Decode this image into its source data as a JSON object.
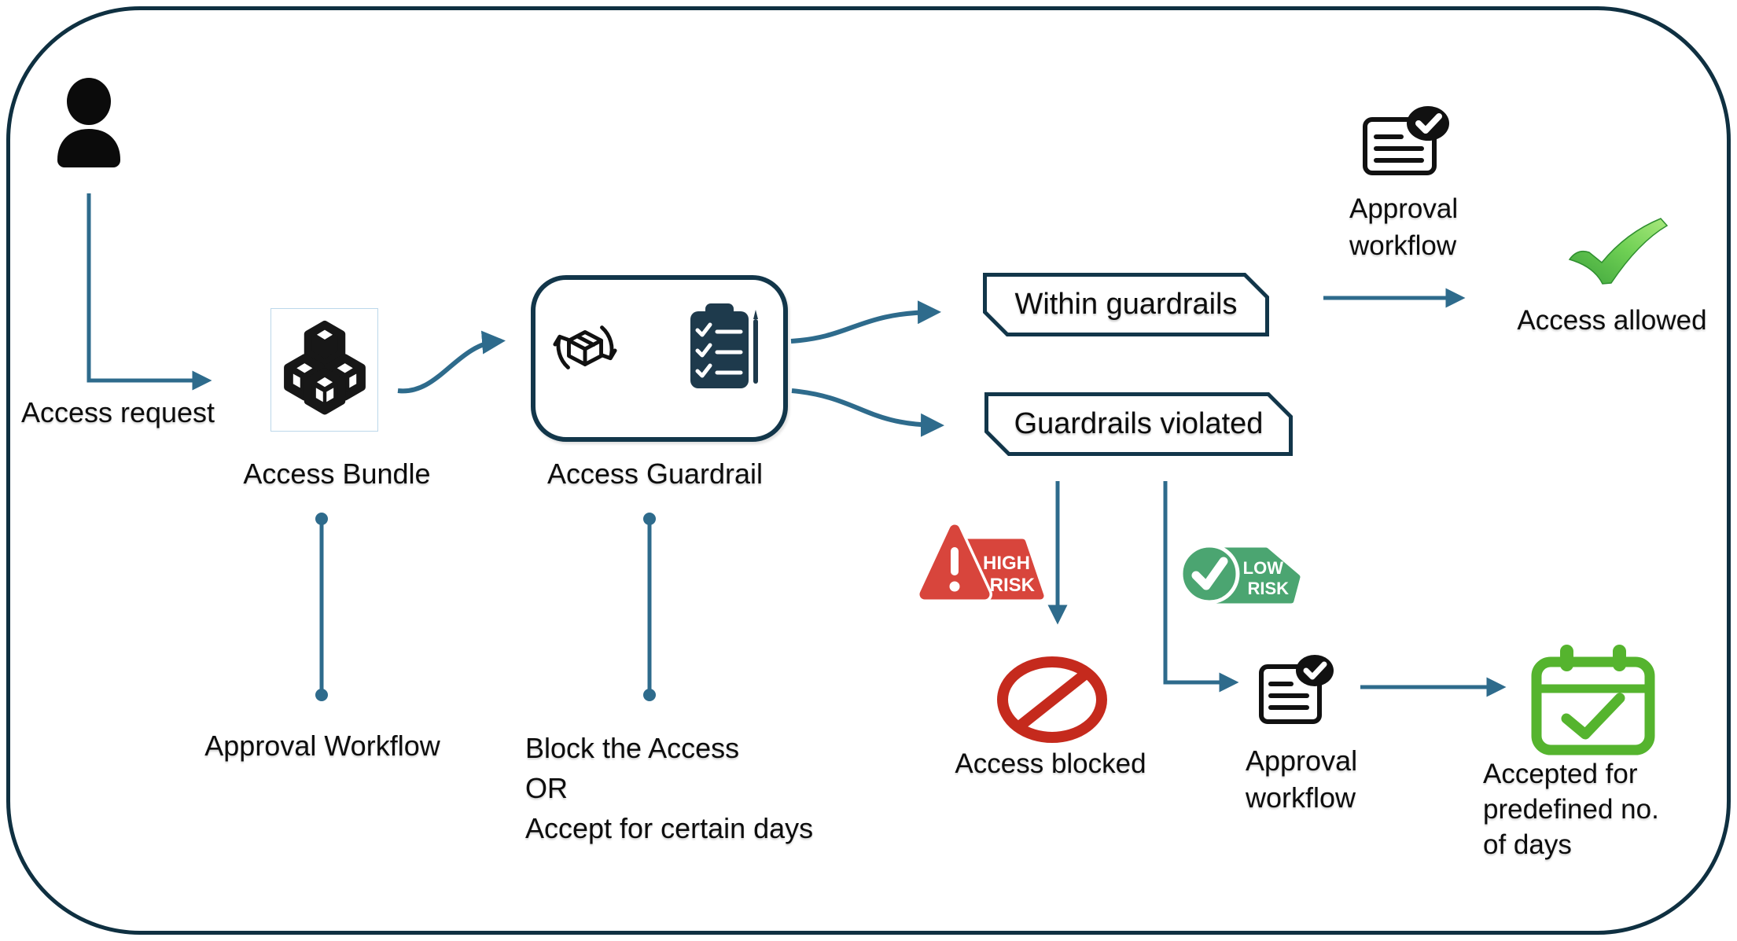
{
  "diagram": {
    "labels": {
      "access_request": "Access request",
      "access_bundle": "Access Bundle",
      "access_guardrail": "Access Guardrail",
      "within_guardrails": "Within guardrails",
      "guardrails_violated": "Guardrails violated",
      "approval_workflow_top_line1": "Approval",
      "approval_workflow_top_line2": "workflow",
      "access_allowed": "Access allowed",
      "access_blocked": "Access blocked",
      "approval_workflow_bottom_line1": "Approval",
      "approval_workflow_bottom_line2": "workflow",
      "accepted_line1": "Accepted for",
      "accepted_line2": "predefined no.",
      "accepted_line3": "of days",
      "bundle_note": "Approval Workflow",
      "guardrail_note_line1": "Block the Access",
      "guardrail_note_line2": "OR",
      "guardrail_note_line3": "Accept for certain days",
      "high_risk_line1": "HIGH",
      "high_risk_line2": "RISK",
      "low_risk_line1": "LOW",
      "low_risk_line2": "RISK"
    },
    "icons": {
      "person": "user-icon",
      "bundle": "stacked-cubes-icon",
      "guardrail_left": "package-sync-icon",
      "guardrail_right": "checklist-clipboard-icon",
      "approval": "document-with-check-badge-icon",
      "allowed": "green-3d-checkmark-icon",
      "high_risk": "warning-triangle-badge-icon",
      "low_risk": "check-circle-badge-icon",
      "blocked": "no-entry-icon",
      "accepted": "calendar-check-icon"
    },
    "colors": {
      "frame_border": "#0f3041",
      "box_border": "#12364a",
      "connector": "#2e6b8c",
      "inner_arrow_blue": "#4472c4",
      "risk_red": "#d8453c",
      "blocked_red": "#c52a1d",
      "risk_green": "#4ba571",
      "calendar_green": "#55b42e",
      "check_green_light": "#a9e87d",
      "check_green_dark": "#3da23c",
      "icon_dark_navy": "#1e3a4c",
      "icon_black": "#111111"
    }
  }
}
